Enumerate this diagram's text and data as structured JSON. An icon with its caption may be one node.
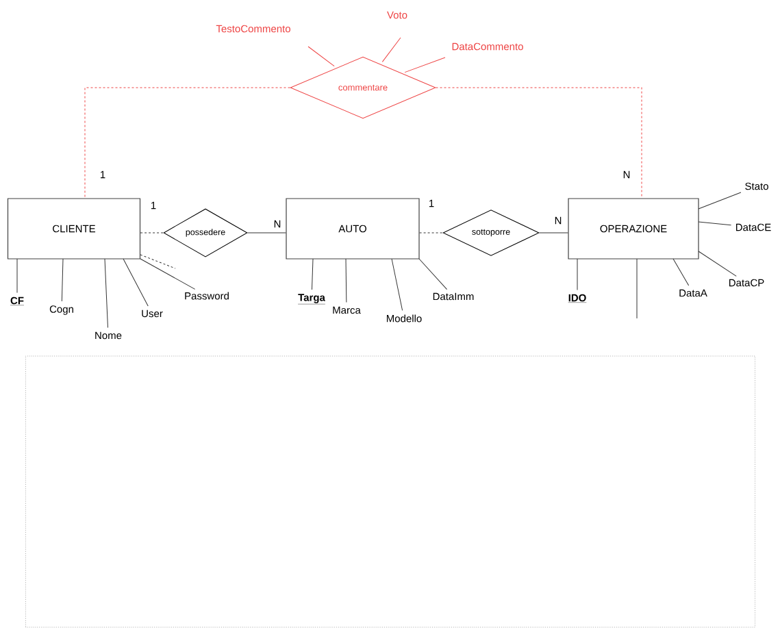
{
  "diagram": {
    "nodes": [
      {
        "text": [
          "CLIENTE"
        ]
      },
      {
        "text": [
          "possedere"
        ]
      },
      {
        "text": [
          "AUTO"
        ]
      },
      {
        "text": [
          "sottoporre"
        ]
      },
      {
        "text": [
          "OPERAZIONE"
        ]
      },
      {
        "text": [
          "commentare"
        ]
      },
      {
        "text": [
          "TestoCommento"
        ]
      },
      {
        "text": [
          "Voto"
        ]
      },
      {
        "text": [
          "DataCommento"
        ]
      },
      {
        "text": [
          "CF"
        ]
      },
      {
        "text": [
          "Cogn"
        ]
      },
      {
        "text": [
          "Nome"
        ]
      },
      {
        "text": [
          "User"
        ]
      },
      {
        "text": [
          "Password"
        ]
      },
      {
        "text": [
          "Targa"
        ]
      },
      {
        "text": [
          "Marca"
        ]
      },
      {
        "text": [
          "Modello"
        ]
      },
      {
        "text": [
          "DataImm"
        ]
      },
      {
        "text": [
          "IDO"
        ]
      },
      {
        "text": [
          "DataA"
        ]
      },
      {
        "text": [
          "DataCP"
        ]
      },
      {
        "text": [
          "Stato"
        ]
      },
      {
        "text": [
          "DataCE"
        ]
      },
      {
        "text": [],
        "shape": "box"
      }
    ],
    "edges": [
      {
        "from": 5,
        "to": 0,
        "arrow": "none",
        "style": "dashed",
        "color": "#ee4444"
      },
      {
        "from": 5,
        "to": 4,
        "arrow": "none",
        "style": "dashed",
        "color": "#ee4444"
      },
      {
        "from": 0,
        "to": 1,
        "arrow": "none",
        "style": "dashed"
      },
      {
        "from": 1,
        "to": 2,
        "arrow": "none"
      },
      {
        "from": 2,
        "to": 3,
        "arrow": "none",
        "style": "dashed"
      },
      {
        "from": 3,
        "to": 4,
        "arrow": "none"
      },
      {
        "from": 6,
        "to": 5,
        "arrow": "none",
        "color": "#ee4444"
      },
      {
        "from": 7,
        "to": 5,
        "arrow": "none",
        "color": "#ee4444"
      },
      {
        "from": 8,
        "to": 5,
        "arrow": "none",
        "color": "#ee4444"
      },
      {
        "from": 0,
        "to": 9,
        "arrow": "none"
      },
      {
        "from": 0,
        "to": 10,
        "arrow": "none"
      },
      {
        "from": 0,
        "to": 11,
        "arrow": "none"
      },
      {
        "from": 0,
        "to": 12,
        "arrow": "none"
      },
      {
        "from": 0,
        "to": 13,
        "arrow": "none"
      },
      {
        "from": 0,
        "to": null,
        "arrow": "none",
        "style": "dashed"
      },
      {
        "from": 2,
        "to": 14,
        "arrow": "none"
      },
      {
        "from": 2,
        "to": 15,
        "arrow": "none"
      },
      {
        "from": 2,
        "to": 16,
        "arrow": "none"
      },
      {
        "from": 2,
        "to": 17,
        "arrow": "none"
      },
      {
        "from": 4,
        "to": 18,
        "arrow": "none"
      },
      {
        "from": 4,
        "to": 19,
        "arrow": "none"
      },
      {
        "from": 4,
        "to": 20,
        "arrow": "none"
      },
      {
        "from": 4,
        "to": 21,
        "arrow": "none"
      },
      {
        "from": 4,
        "to": 22,
        "arrow": "none"
      },
      {
        "from": 4,
        "to": null,
        "arrow": "none"
      }
    ],
    "labels": [
      "1",
      "N",
      "1",
      "1",
      "N",
      "N"
    ]
  }
}
